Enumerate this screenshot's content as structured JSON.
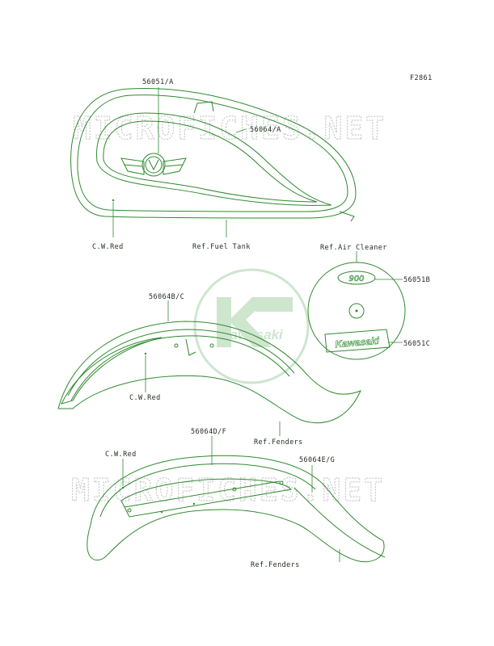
{
  "figure_code": "F2861",
  "watermark_text": "MICROFICHES.NET",
  "logo": {
    "brand": "Kawasaki",
    "color": "#c9e3c9"
  },
  "colors": {
    "line": "#2f8a2f",
    "text": "#1f2a1f",
    "watermark": "#c8c8c8"
  },
  "tank": {
    "labels": {
      "emblem": "56051/A",
      "decal": "56064/A",
      "color": "C.W.Red",
      "ref": "Ref.Fuel Tank"
    }
  },
  "air_cleaner": {
    "labels": {
      "ref": "Ref.Air Cleaner",
      "badge": "56051B",
      "decal": "56051C"
    },
    "badge_text": "900",
    "decal_text": "Kawasaki"
  },
  "front_fender": {
    "labels": {
      "decal": "56064B/C",
      "color": "C.W.Red",
      "ref": "Ref.Fenders"
    }
  },
  "rear_fender": {
    "labels": {
      "decal_df": "56064D/F",
      "decal_eg": "56064E/G",
      "color": "C.W.Red",
      "ref": "Ref.Fenders"
    }
  }
}
